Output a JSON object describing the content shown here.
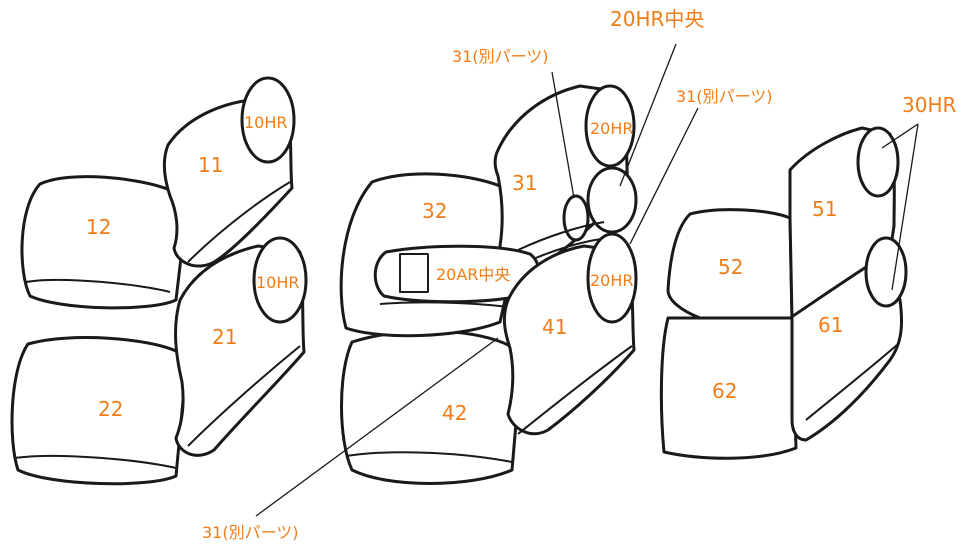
{
  "colors": {
    "label": "#f07d18",
    "outline": "#1a1a1a",
    "background": "#ffffff"
  },
  "labels": {
    "seat_11": "11",
    "seat_12": "12",
    "seat_21": "21",
    "seat_22": "22",
    "seat_31": "31",
    "seat_32": "32",
    "seat_41": "41",
    "seat_42": "42",
    "seat_51": "51",
    "seat_52": "52",
    "seat_61": "61",
    "seat_62": "62",
    "hr_10_top": "10HR",
    "hr_10_bottom": "10HR",
    "hr_20_top": "20HR",
    "hr_20_bottom": "20HR",
    "hr_20_center": "20HR中央",
    "armrest_20ar_center": "20AR中央",
    "hr_30": "30HR",
    "sep_31_left": "31(別パーツ)",
    "sep_31_right": "31(別パーツ)",
    "sep_31_bottom": "31(別パーツ)"
  }
}
